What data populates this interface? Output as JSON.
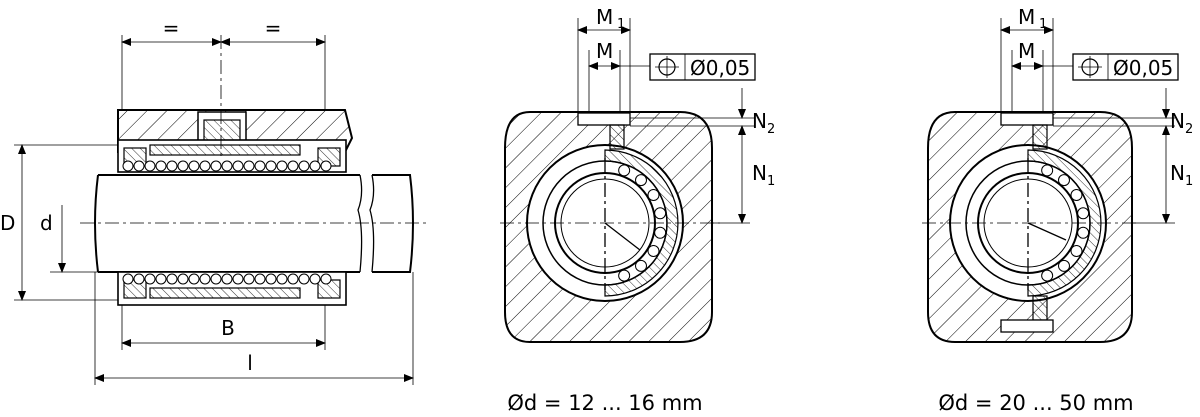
{
  "dimensions": {
    "equal_left": "=",
    "equal_right": "=",
    "D": "D",
    "d": "d",
    "B": "B",
    "l": "l",
    "M": "M",
    "M1": "M",
    "M1_sub": "1",
    "N1": "N",
    "N1_sub": "1",
    "N2": "N",
    "N2_sub": "2"
  },
  "tolerance": {
    "symbol": "position-icon",
    "value": "Ø0,05"
  },
  "captions": {
    "small": "Ød = 12 ... 16 mm",
    "large": "Ød = 20 ... 50 mm"
  }
}
